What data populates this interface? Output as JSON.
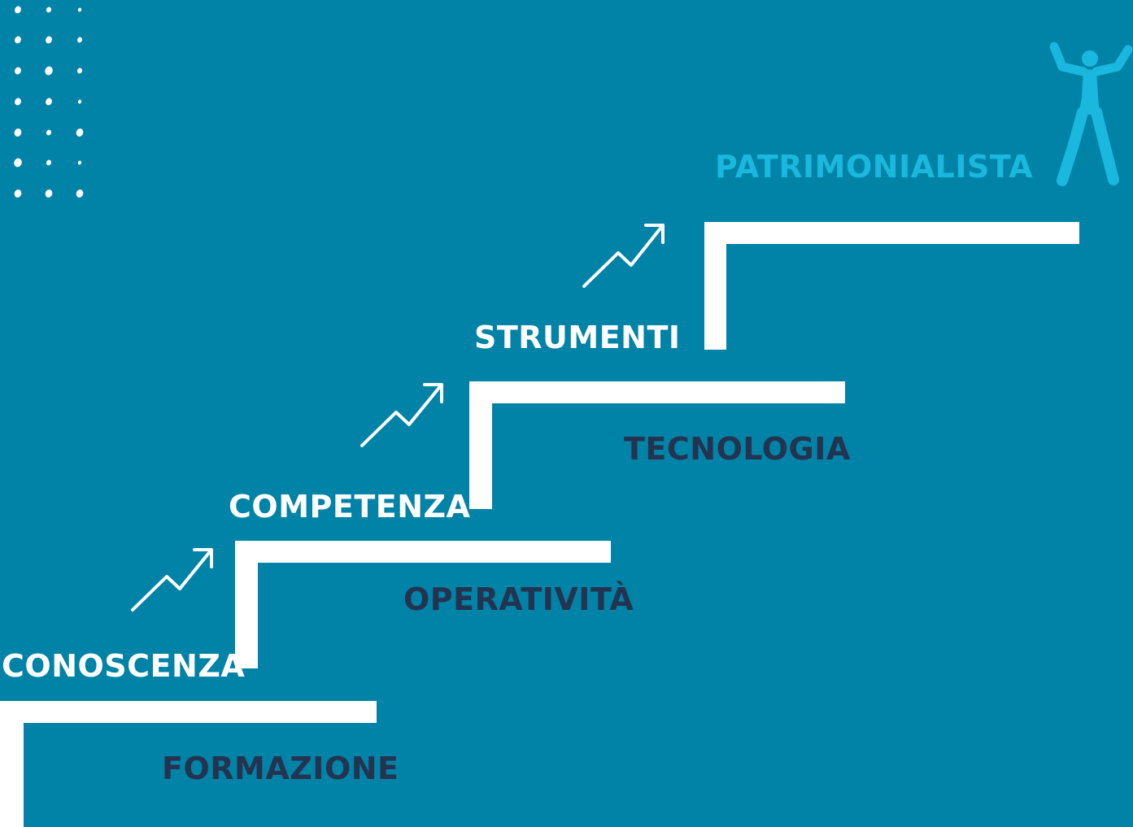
{
  "colors": {
    "background": "#0083a6",
    "step": "#ffffff",
    "label_light": "#ffffff",
    "label_dark": "#24334f",
    "goal": "#1ab8de"
  },
  "labels": {
    "step_top": [
      "CONOSCENZA",
      "COMPETENZA",
      "STRUMENTI"
    ],
    "step_under": [
      "FORMAZIONE",
      "OPERATIVITÀ",
      "TECNOLOGIA"
    ],
    "goal": "PATRIMONIALISTA"
  },
  "icons": {
    "dots": "dot-grid-decoration",
    "arrows": "trend-up-arrow-icon",
    "figure": "celebrating-person-icon"
  }
}
